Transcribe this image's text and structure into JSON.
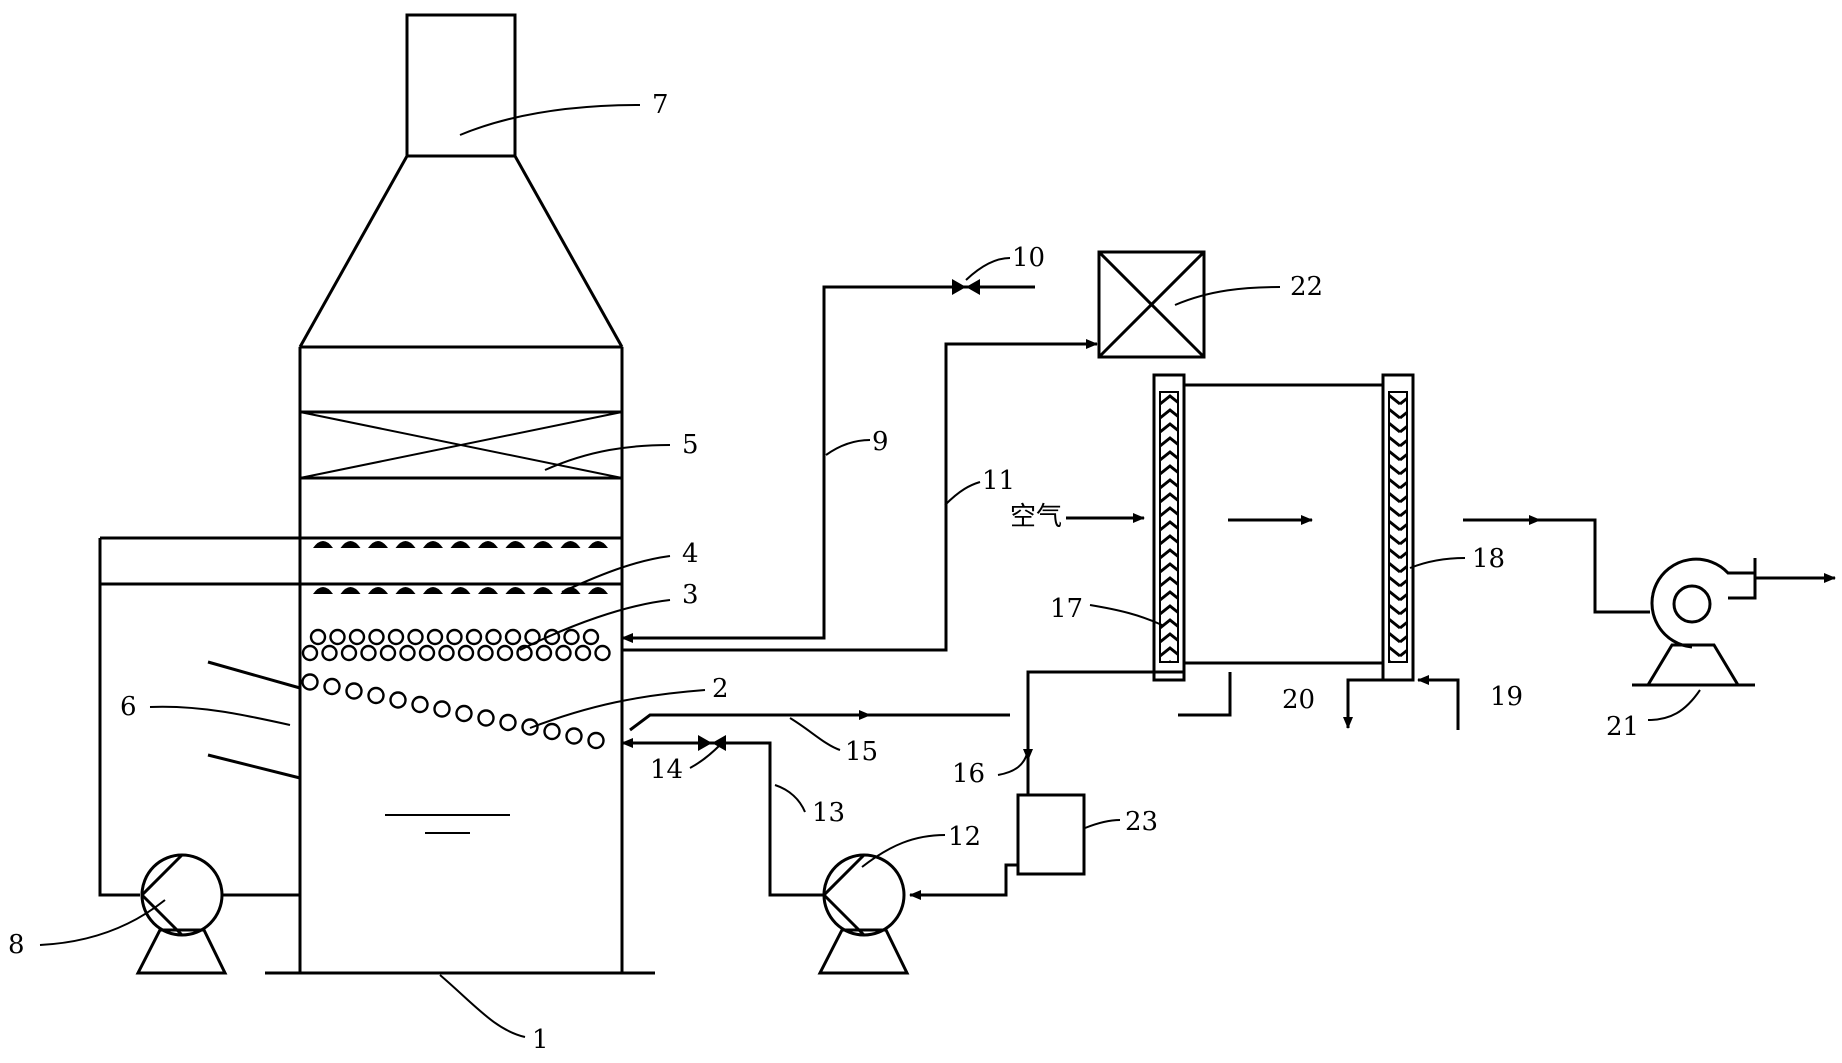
{
  "labels": {
    "n1": "1",
    "n2": "2",
    "n3": "3",
    "n4": "4",
    "n5": "5",
    "n6": "6",
    "n7": "7",
    "n8": "8",
    "n9": "9",
    "n10": "10",
    "n11": "11",
    "n12": "12",
    "n13": "13",
    "n14": "14",
    "n15": "15",
    "n16": "16",
    "n17": "17",
    "n18": "18",
    "n19": "19",
    "n20": "20",
    "n21": "21",
    "n22": "22",
    "n23": "23"
  },
  "air_label": "空气",
  "colors": {
    "stroke": "#000000",
    "background": "#ffffff"
  }
}
